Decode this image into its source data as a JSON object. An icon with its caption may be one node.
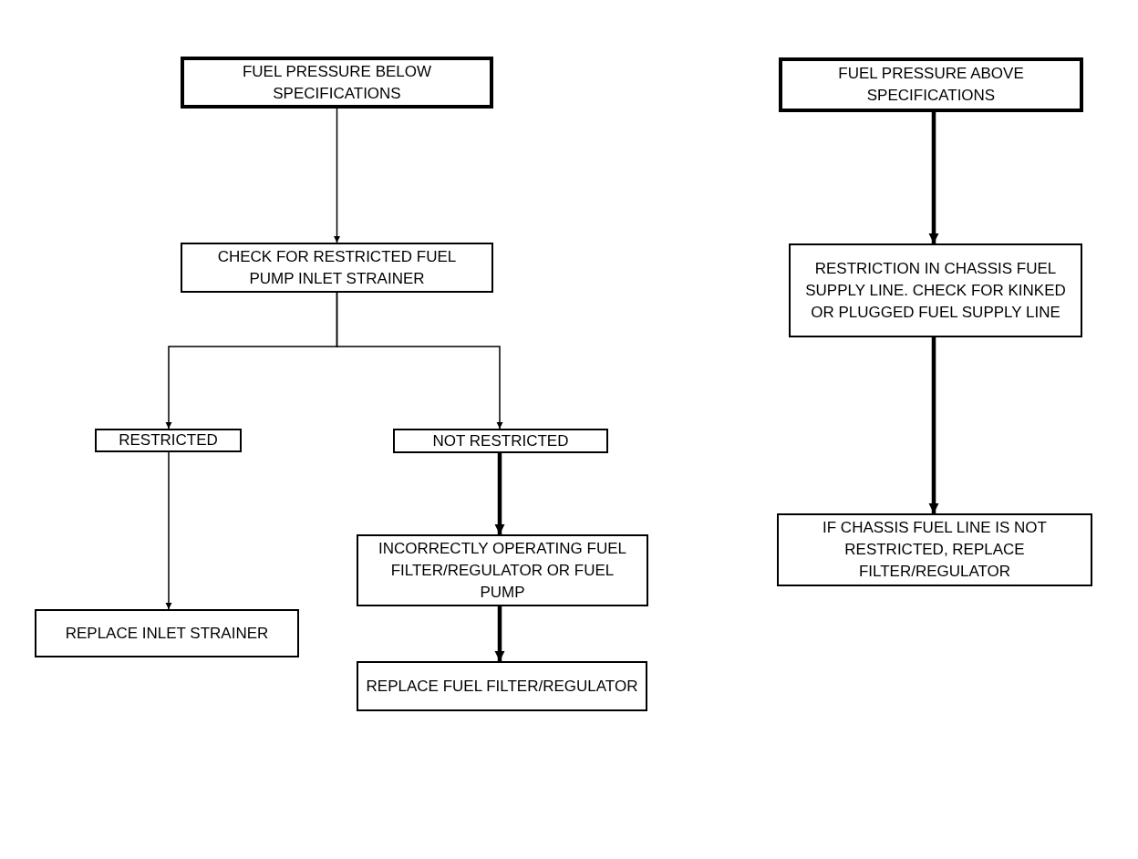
{
  "diagram": {
    "nodes": [
      {
        "text": [
          "FUEL PRESSURE BELOW SPECIFICATIONS"
        ]
      },
      {
        "text": [
          "CHECK FOR RESTRICTED FUEL PUMP INLET STRAINER"
        ]
      },
      {
        "text": [
          "RESTRICTED"
        ]
      },
      {
        "text": [
          "NOT RESTRICTED"
        ]
      },
      {
        "text": [
          "REPLACE INLET STRAINER"
        ]
      },
      {
        "text": [
          "INCORRECTLY OPERATING FUEL FILTER/REGULATOR OR FUEL PUMP"
        ]
      },
      {
        "text": [
          "REPLACE FUEL FILTER/REGULATOR"
        ]
      },
      {
        "text": [
          "FUEL PRESSURE ABOVE SPECIFICATIONS"
        ]
      },
      {
        "text": [
          "RESTRICTION IN CHASSIS FUEL SUPPLY LINE. CHECK FOR KINKED OR PLUGGED FUEL SUPPLY LINE"
        ]
      },
      {
        "text": [
          "IF CHASSIS FUEL LINE IS NOT RESTRICTED, REPLACE FILTER/REGULATOR"
        ]
      }
    ],
    "edges": [
      {
        "from": 0,
        "to": 1,
        "arrow": "to"
      },
      {
        "from": 1,
        "to": 2,
        "arrow": "to"
      },
      {
        "from": 1,
        "to": 3,
        "arrow": "to"
      },
      {
        "from": 2,
        "to": 4,
        "arrow": "to"
      },
      {
        "from": 3,
        "to": 5,
        "arrow": "to",
        "style": "thick"
      },
      {
        "from": 5,
        "to": 6,
        "arrow": "to",
        "style": "thick"
      },
      {
        "from": 7,
        "to": 8,
        "arrow": "to",
        "style": "thick"
      },
      {
        "from": 8,
        "to": 9,
        "arrow": "to",
        "style": "thick"
      }
    ]
  }
}
